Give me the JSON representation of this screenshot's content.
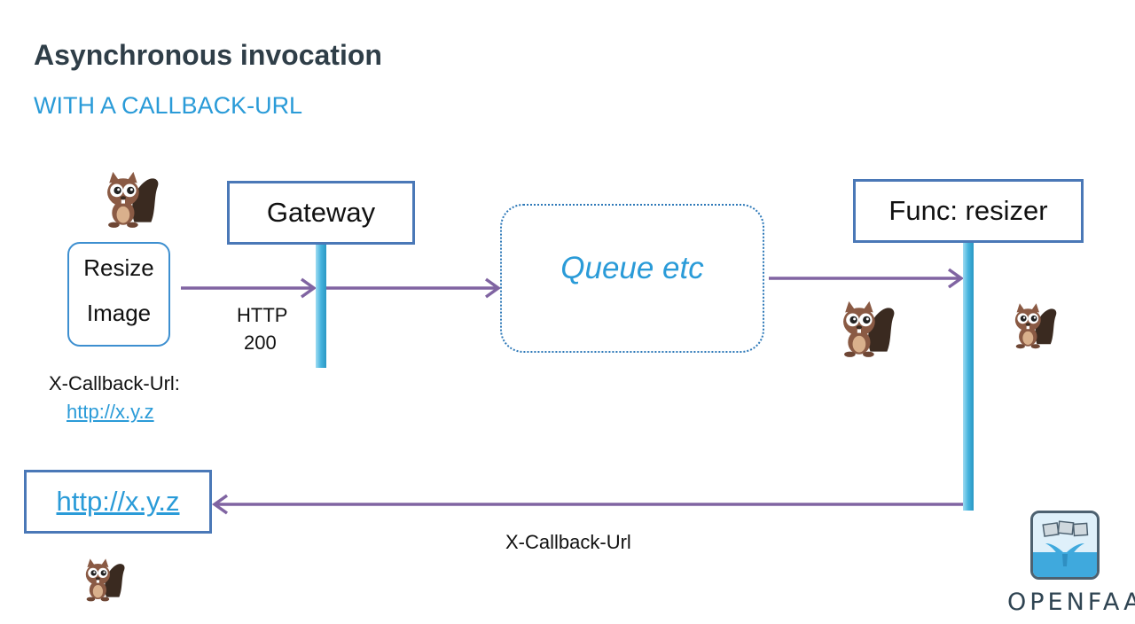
{
  "title": "Asynchronous invocation",
  "subtitle": "WITH A CALLBACK-URL",
  "request": {
    "line1": "Resize",
    "line2": "Image"
  },
  "callback_header": {
    "label": "X-Callback-Url:",
    "url": "http://x.y.z"
  },
  "gateway": {
    "label": "Gateway"
  },
  "http_status": {
    "line1": "HTTP",
    "line2": "200"
  },
  "queue": {
    "label": "Queue etc"
  },
  "func": {
    "label": "Func: resizer"
  },
  "callback_target": {
    "label": "http://x.y.z"
  },
  "callback_arrow_label": "X-Callback-Url",
  "logo": {
    "text": "OPENFAAS"
  },
  "colors": {
    "arrow": "#8064a2",
    "accent": "#2a9bd8",
    "box_border": "#4a78b7",
    "title": "#2f3e48",
    "bar": "#44b3dd"
  },
  "icons": [
    "squirrel-mascot-icon",
    "openfaas-whale-logo-icon"
  ]
}
